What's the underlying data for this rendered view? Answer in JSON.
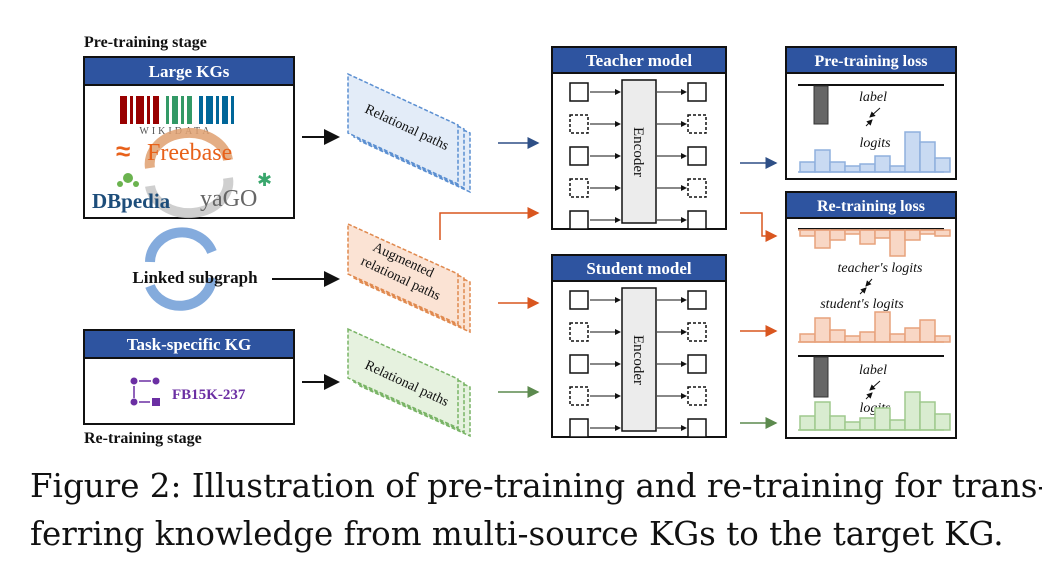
{
  "stages": {
    "pretraining": "Pre-training stage",
    "retraining": "Re-training stage"
  },
  "boxes": {
    "large_kgs": "Large KGs",
    "task_kg": "Task-specific KG",
    "teacher": "Teacher model",
    "student": "Student model",
    "pretrain_loss": "Pre-training loss",
    "retrain_loss": "Re-training loss"
  },
  "logos": {
    "wikidata": "WIKIDATA",
    "freebase": "Freebase",
    "dbpedia": "DBpedia",
    "yago": "yaGO",
    "fb15k": "FB15K-237"
  },
  "linked_subgraph": "Linked subgraph",
  "paths": {
    "relational": "Relational paths",
    "augmented_line1": "Augmented",
    "augmented_line2": "relational paths"
  },
  "encoder": "Encoder",
  "loss_labels": {
    "label": "label",
    "logits": "logits",
    "teacher_logits": "teacher's logits",
    "student_logits": "student's logits"
  },
  "caption": {
    "line1": "Figure 2: Illustration of pre-training and re-training for trans-",
    "line2": "ferring knowledge from multi-source KGs to the target KG."
  },
  "colors": {
    "header_blue": "#2e54a0",
    "blue_light": "#c9daf2",
    "orange_light": "#f8d7c5",
    "green_light": "#d9ecd0",
    "orange_arrow": "#d9561f",
    "blue_arrow": "#2e4f86",
    "green_arrow": "#5c8a4e"
  }
}
